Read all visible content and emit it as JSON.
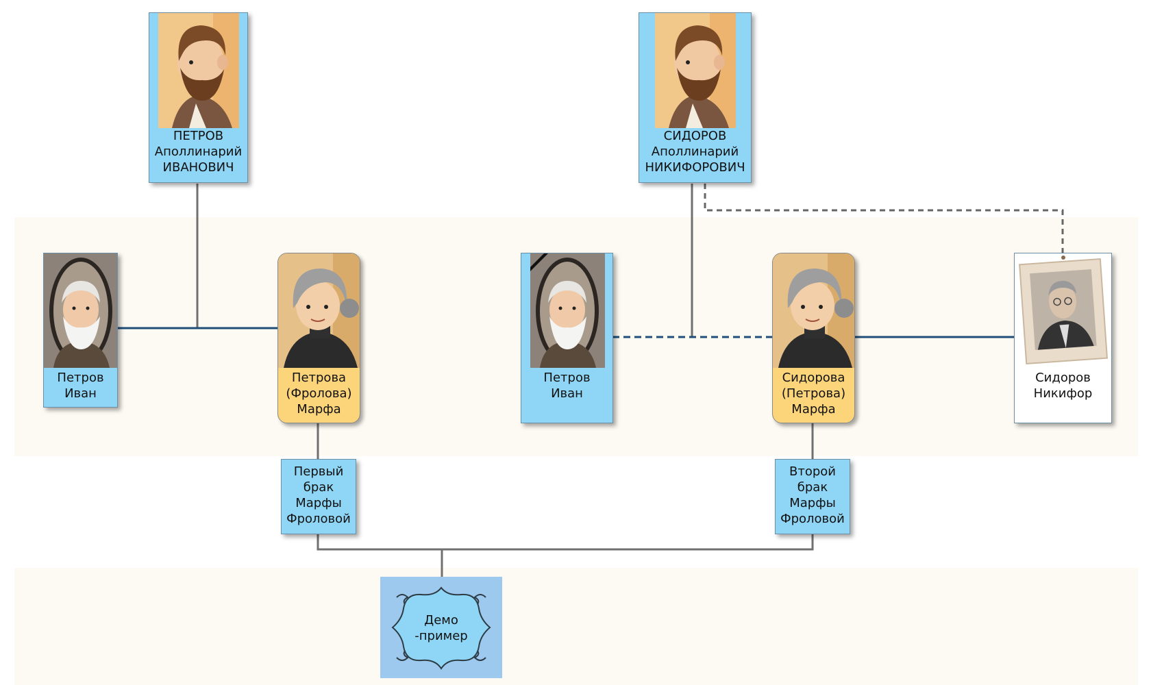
{
  "people": {
    "grandfather_petrov": {
      "line1": "ПЕТРОВ",
      "line2": "Аполлинарий",
      "line3": "ИВАНОВИЧ",
      "photo": "young-bearded-man-portrait"
    },
    "grandfather_sidorov": {
      "line1": "СИДОРОВ",
      "line2": "Аполлинарий",
      "line3": "НИКИФОРОВИЧ",
      "photo": "young-bearded-man-portrait"
    },
    "ivan_1": {
      "line1": "Петров",
      "line2": "Иван",
      "photo": "old-bearded-man-oval-portrait"
    },
    "marfa_1": {
      "line1": "Петрова",
      "line2": "(Фролова)",
      "line3": "Марфа",
      "photo": "elderly-woman-portrait"
    },
    "ivan_2": {
      "line1": "Петров",
      "line2": "Иван",
      "photo": "old-bearded-man-oval-portrait",
      "mourning_ribbon": true
    },
    "marfa_2": {
      "line1": "Сидорова",
      "line2": "(Петрова)",
      "line3": "Марфа",
      "photo": "elderly-woman-portrait"
    },
    "nikifor": {
      "line1": "Сидоров",
      "line2": "Никифор",
      "photo": "framed-man-in-suit-portrait"
    }
  },
  "notes": {
    "first_marriage": {
      "line1": "Первый",
      "line2": "брак",
      "line3": "Марфы",
      "line4": "Фроловой"
    },
    "second_marriage": {
      "line1": "Второй",
      "line2": "брак",
      "line3": "Марфы",
      "line4": "Фроловой"
    }
  },
  "demo": {
    "line1": "Демо",
    "line2": "-пример"
  },
  "colors": {
    "male_card": "#8fd6f6",
    "female_card": "#fcd57a",
    "generation_band": "#fdf9f3",
    "marriage_line": "#1f4e79",
    "descent_line": "#707070",
    "demo_background": "#9ec9ee"
  }
}
